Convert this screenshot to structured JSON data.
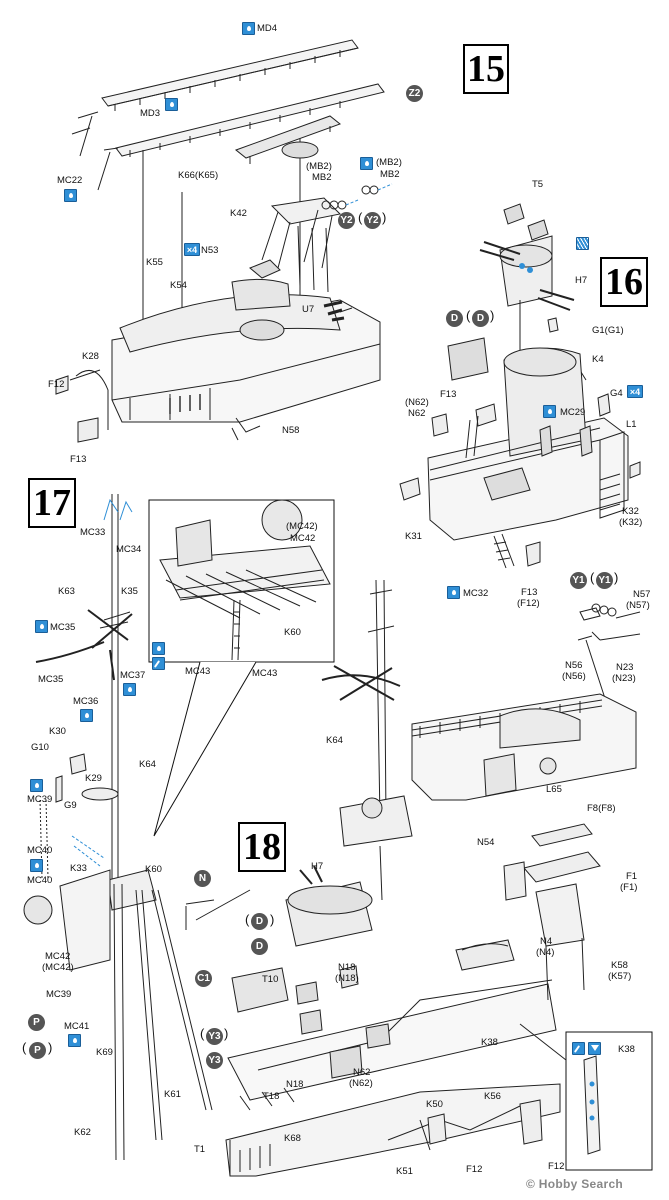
{
  "steps": {
    "s15": "15",
    "s16": "16",
    "s17": "17",
    "s18": "18"
  },
  "labels": {
    "md4": "MD4",
    "md3": "MD3",
    "z2": "Z2",
    "mc22": "MC22",
    "k66": "K66(K65)",
    "mb2p": "(MB2)",
    "mb2": "MB2",
    "mb2p_r": "(MB2)",
    "mb2_r": "MB2",
    "y2": "Y2",
    "y2p": "Y2",
    "k42": "K42",
    "n53": "N53",
    "k55": "K55",
    "k54": "K54",
    "u7": "U7",
    "k28": "K28",
    "f12": "F12",
    "f13": "F13",
    "n58": "N58",
    "t5": "T5",
    "h7": "H7",
    "g1": "G1(G1)",
    "k4": "K4",
    "d": "D",
    "dp": "D",
    "f13b": "F13",
    "n62p": "(N62)",
    "n62": "N62",
    "mc29": "MC29",
    "g4": "G4",
    "l1": "L1",
    "k31": "K31",
    "k32": "K32",
    "k32p": "(K32)",
    "mc32": "MC32",
    "f13c": "F13",
    "f12p": "(F12)",
    "y1": "Y1",
    "y1p": "Y1",
    "n57": "N57",
    "n57p": "(N57)",
    "n56": "N56",
    "n56p": "(N56)",
    "n23": "N23",
    "n23p": "(N23)",
    "l65": "L65",
    "mc33": "MC33",
    "mc34": "MC34",
    "k63": "K63",
    "k35": "K35",
    "mc35": "MC35",
    "mc35b": "MC35",
    "mc37": "MC37",
    "mc36": "MC36",
    "k30": "K30",
    "g10": "G10",
    "k64": "K64",
    "k29": "K29",
    "mc39": "MC39",
    "g9": "G9",
    "mc40": "MC40",
    "mc40b": "MC40",
    "k33": "K33",
    "k60": "K60",
    "mc42": "MC42",
    "mc42p": "(MC42)",
    "mc39b": "MC39",
    "mc41": "MC41",
    "p": "P",
    "pp": "P",
    "k69": "K69",
    "k61": "K61",
    "k62": "K62",
    "in_mc42p": "(MC42)",
    "in_mc42": "MC42",
    "in_k60": "K60",
    "in_mc43a": "MC43",
    "in_mc43b": "MC43",
    "k64b": "K64",
    "h7b": "H7",
    "n": "N",
    "dd": "D",
    "ddp": "D",
    "n18": "N18",
    "n18p": "(N18)",
    "c1": "C1",
    "t10": "T10",
    "y3": "Y3",
    "y3p": "Y3",
    "n18b": "N18",
    "t18": "T18",
    "n62b": "N62",
    "n62bp": "(N62)",
    "f8": "F8(F8)",
    "n54": "N54",
    "f1": "F1",
    "f1p": "(F1)",
    "n4": "N4",
    "n4p": "(N4)",
    "k58": "K58",
    "k57p": "(K57)",
    "k38": "K38",
    "k38b": "K38",
    "k50": "K50",
    "k56": "K56",
    "t1": "T1",
    "k68": "K68",
    "k51": "K51",
    "f12b": "F12",
    "f12c": "F12",
    "x4": "×4"
  },
  "watermark": {
    "text": "© Hobby Search"
  },
  "colors": {
    "accent": "#2f8fd6",
    "ink": "#111111",
    "paper": "#ffffff"
  }
}
